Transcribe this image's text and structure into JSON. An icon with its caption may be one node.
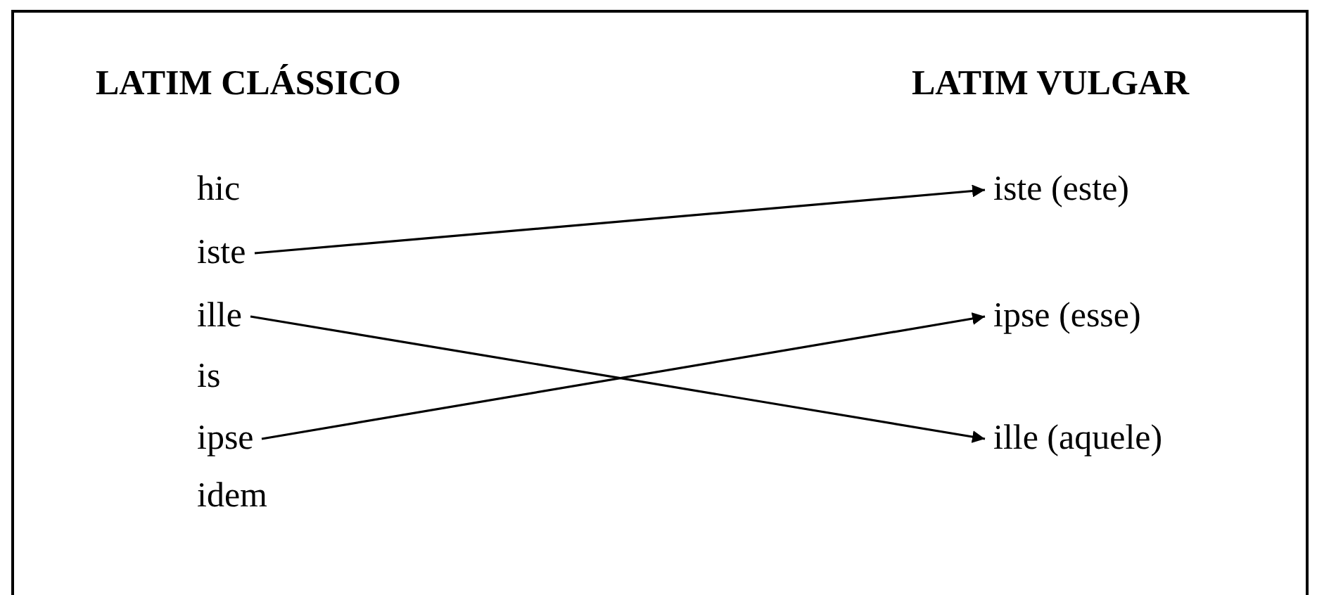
{
  "diagram": {
    "nodes": [
      {
        "text": [
          "iste"
        ]
      },
      {
        "text": [
          "ille"
        ]
      },
      {
        "text": [
          "ipse"
        ]
      },
      {
        "text": [
          "iste (este)"
        ]
      },
      {
        "text": [
          "ipse (esse)"
        ]
      },
      {
        "text": [
          "ille (aquele)"
        ]
      }
    ],
    "edges": [
      {
        "from": 0,
        "to": 3,
        "arrow": "to"
      },
      {
        "from": 1,
        "to": 5,
        "arrow": "to"
      },
      {
        "from": 2,
        "to": 4,
        "arrow": "to"
      }
    ],
    "labels": [
      "LATIM CLÁSSICO",
      "LATIM VULGAR",
      "hic",
      "is",
      "idem"
    ]
  }
}
